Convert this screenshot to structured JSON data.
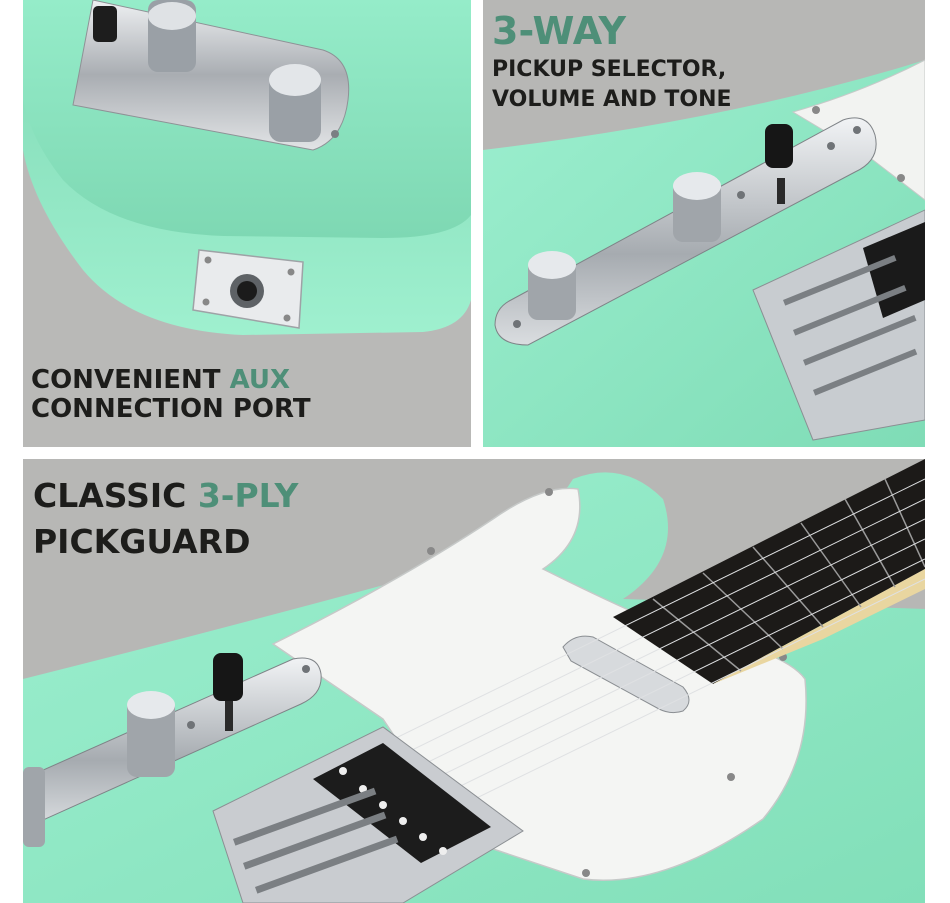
{
  "panels": {
    "aux": {
      "line1_plain": "CONVENIENT ",
      "line1_accent": "AUX",
      "line2": "CONNECTION PORT"
    },
    "selector": {
      "headline": "3-WAY",
      "line1": "PICKUP SELECTOR,",
      "line2": "VOLUME AND TONE"
    },
    "pickguard": {
      "line1_plain": "CLASSIC ",
      "line1_accent": "3-PLY",
      "line2": "PICKGUARD"
    }
  },
  "colors": {
    "guitar_body": "#8fe8c4",
    "accent_text": "#4e8f78",
    "background": "#b7b7b5",
    "pickguard": "#f4f5f3",
    "chrome": "#c9ccd0",
    "fretboard": "#1c1a18"
  }
}
